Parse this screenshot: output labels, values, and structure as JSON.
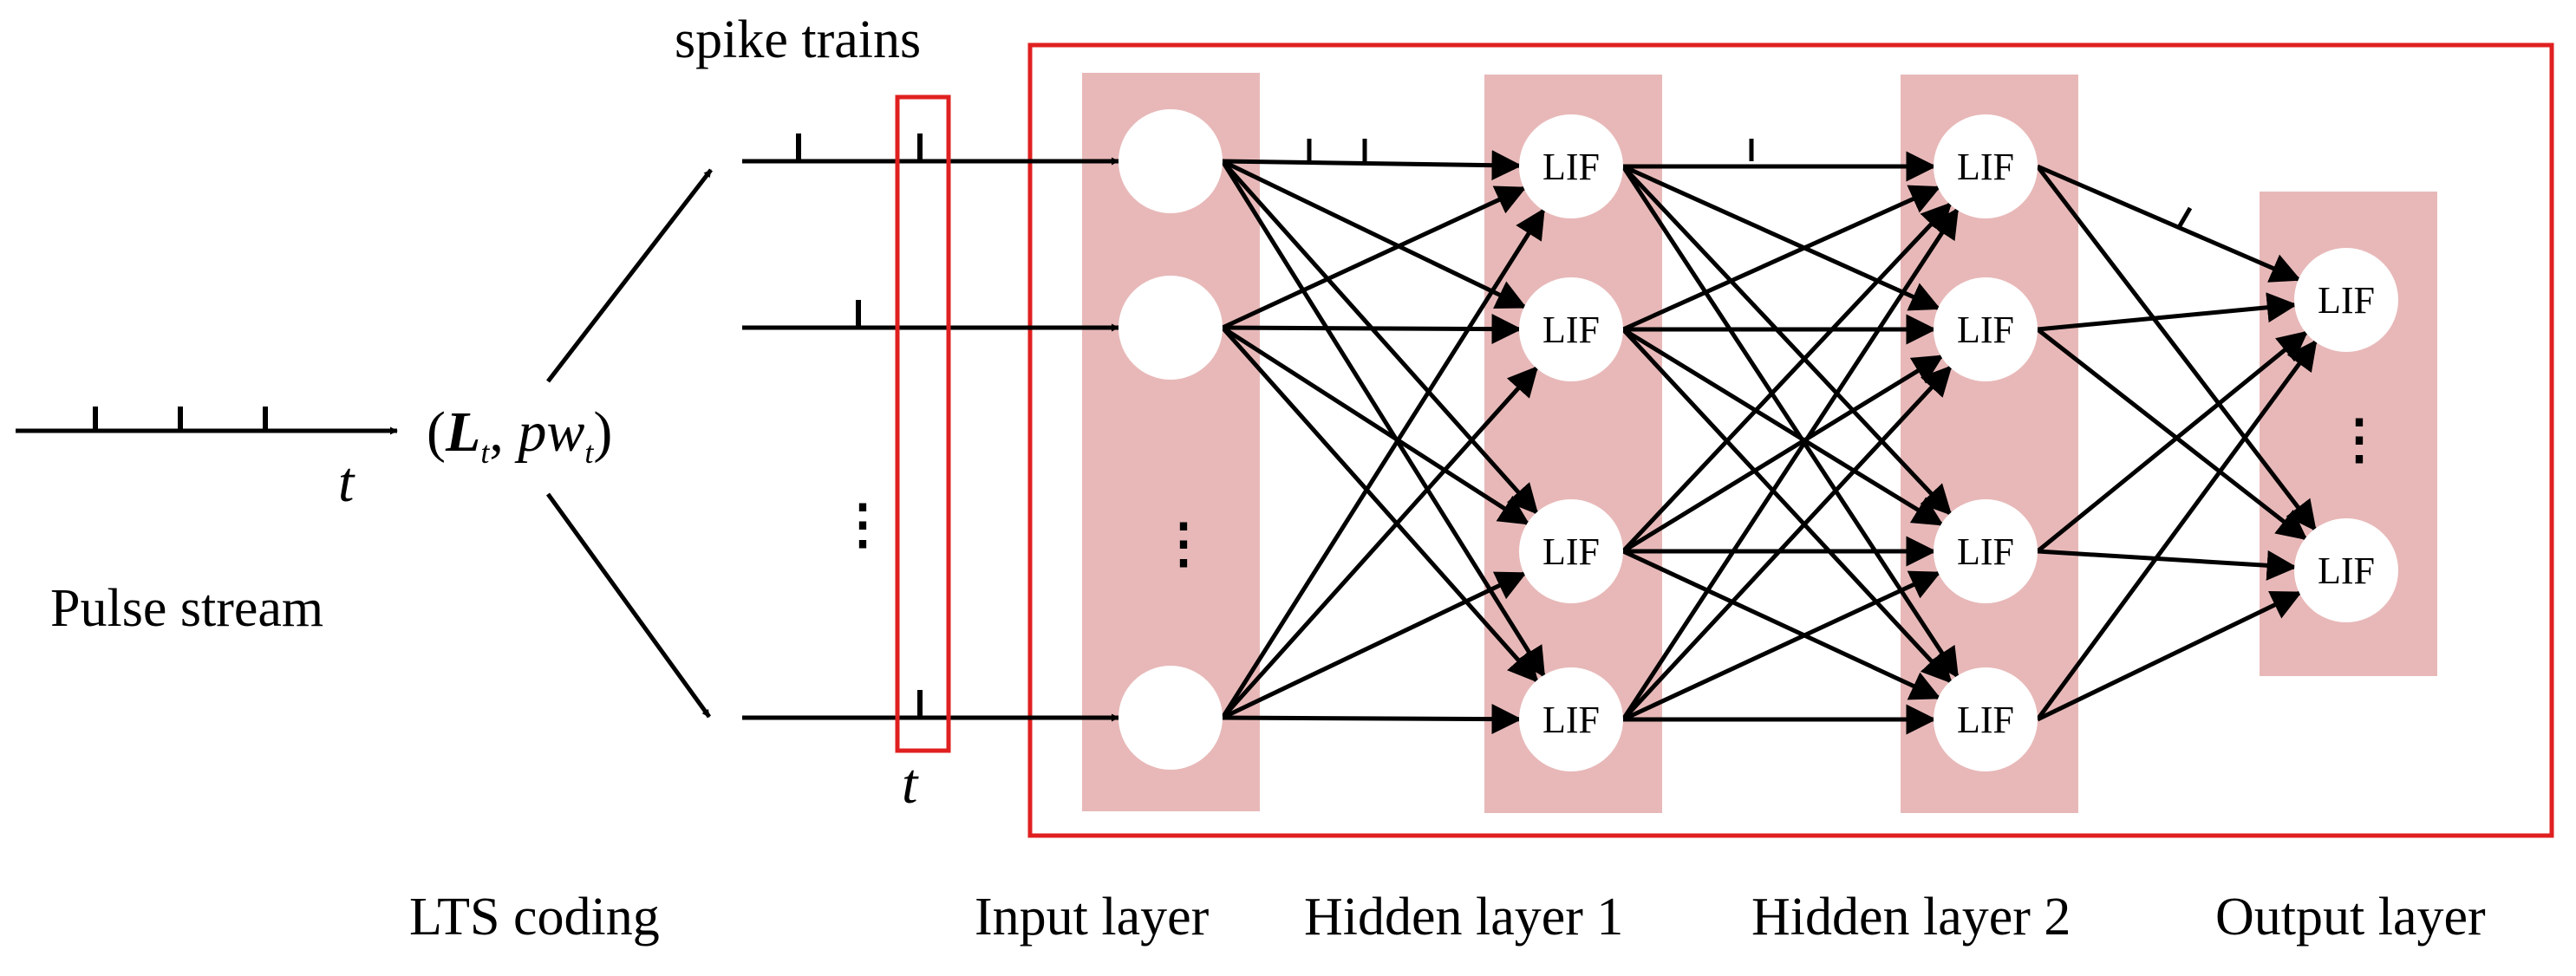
{
  "labels": {
    "spike_trains": "spike trains",
    "pulse_stream": "Pulse stream",
    "time_symbol": "t",
    "coding_open_paren": "(",
    "coding_L": "L",
    "coding_L_sub": "t",
    "coding_comma": ", ",
    "coding_pw": "pw",
    "coding_pw_sub": "t",
    "coding_close_paren": ")",
    "ellipsis": "⋮"
  },
  "captions": {
    "lts_coding": "LTS coding",
    "input_layer": "Input layer",
    "hidden_layer_1": "Hidden layer 1",
    "hidden_layer_2": "Hidden layer 2",
    "output_layer": "Output layer"
  },
  "neuron_label": "LIF",
  "colors": {
    "layer_band": "#e8b8b8",
    "frame_red": "#e02020",
    "neuron_fill": "#ffffff",
    "line": "#000000"
  }
}
